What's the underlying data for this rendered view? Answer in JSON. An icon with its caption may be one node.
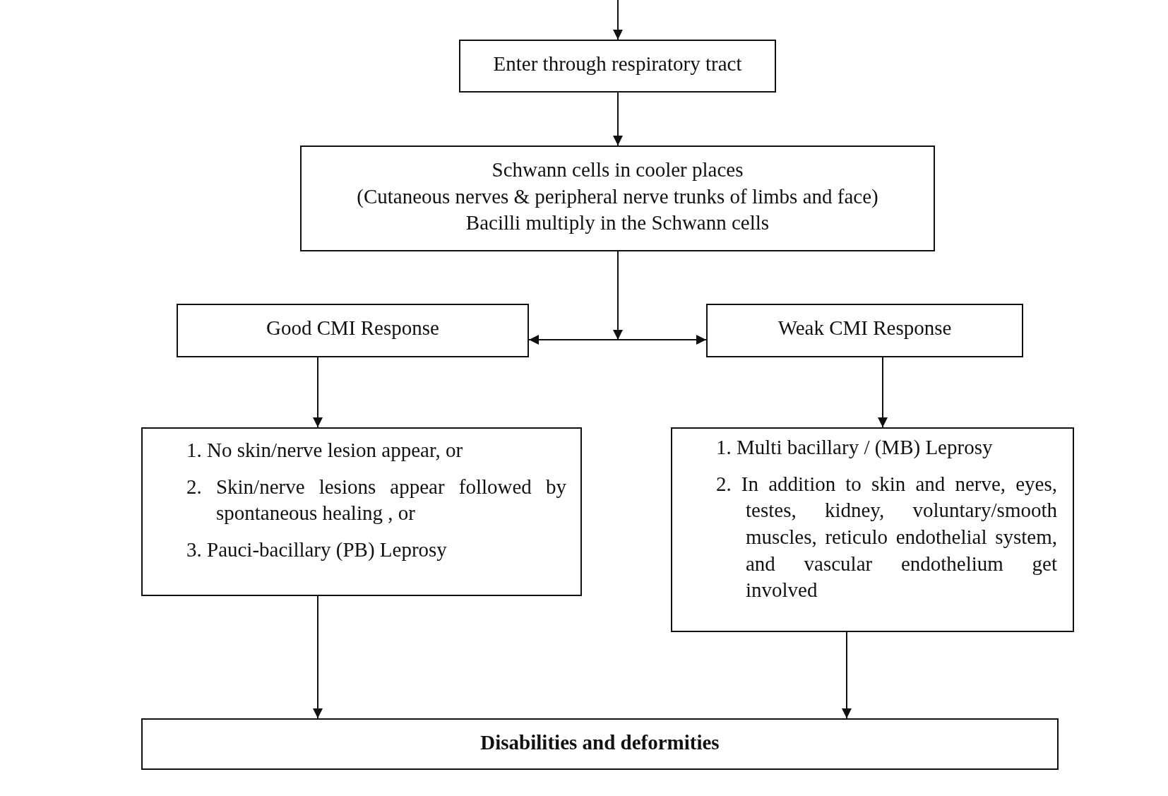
{
  "diagram": {
    "nodes": [
      {
        "text": [
          "Enter through respiratory tract"
        ]
      },
      {
        "text": [
          "Schwann cells in cooler places",
          "(Cutaneous nerves & peripheral nerve trunks of limbs and face)",
          "Bacilli multiply in the Schwann cells"
        ]
      },
      {
        "text": [
          "Good CMI Response"
        ]
      },
      {
        "text": [
          "Weak CMI Response"
        ]
      },
      {
        "text": [
          "1. No skin/nerve lesion appear, or",
          "2. Skin/nerve lesions appear followed by spontaneous healing , or",
          "3. Pauci-bacillary (PB) Leprosy"
        ]
      },
      {
        "text": [
          "1. Multi bacillary / (MB) Leprosy",
          "2. In addition to skin and nerve, eyes, testes, kidney, voluntary/smooth muscles, reticulo endothelial system, and vascular endothelium get involved"
        ]
      },
      {
        "text": [
          "Disabilities and deformities"
        ]
      }
    ],
    "edges": [
      {
        "from": null,
        "to": 0,
        "arrow": "to"
      },
      {
        "from": 0,
        "to": 1,
        "arrow": "to"
      },
      {
        "from": 1,
        "to": 2,
        "arrow": "to"
      },
      {
        "from": 1,
        "to": 3,
        "arrow": "to"
      },
      {
        "from": 2,
        "to": 4,
        "arrow": "to"
      },
      {
        "from": 3,
        "to": 5,
        "arrow": "to"
      },
      {
        "from": 4,
        "to": 6,
        "arrow": "to"
      },
      {
        "from": 5,
        "to": 6,
        "arrow": "to"
      }
    ]
  }
}
